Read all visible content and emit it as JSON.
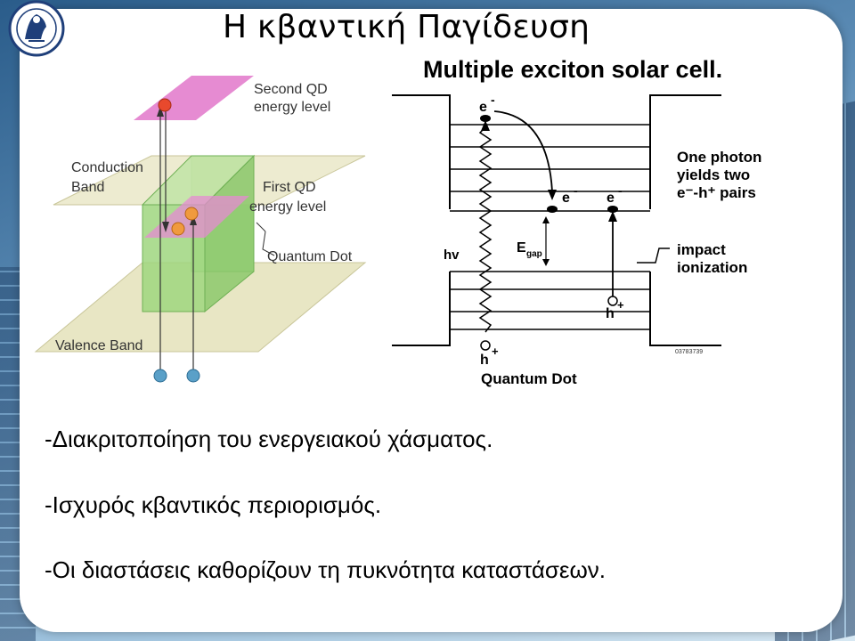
{
  "slide": {
    "title": "Η κβαντική Παγίδευση",
    "bullets": [
      "-Διακριτοποίηση του ενεργειακού χάσματος.",
      "-Ισχυρός κβαντικός περιορισμός.",
      "-Οι διαστάσεις καθορίζουν τη πυκνότητα καταστάσεων."
    ]
  },
  "left_diagram": {
    "second_qd_line1": "Second QD",
    "second_qd_line2": "energy level",
    "conduction_line1": "Conduction",
    "conduction_line2": "Band",
    "first_qd_line1": "First QD",
    "first_qd_line2": "energy level",
    "quantum_dot": "Quantum Dot",
    "valence_band": "Valence Band"
  },
  "right_diagram": {
    "title": "Multiple exciton solar cell.",
    "electron": "e",
    "minus": "-",
    "hole": "h",
    "plus": "+",
    "photon": "hv",
    "egap": "E",
    "egap_sub": "gap",
    "photon_line1": "One photon",
    "photon_line2": "yields two",
    "photon_line3": "e⁻-h⁺ pairs",
    "impact_line1": "impact",
    "impact_line2": "ionization",
    "code": "03783739",
    "quantum_dot": "Quantum Dot"
  },
  "colors": {
    "pink_plane": "#e68bd2",
    "beige_plane": "#e8e6c4",
    "green_cube": "#9fd67f",
    "red_ball": "#e8492d",
    "orange_ball": "#f09a3e",
    "blue_ball": "#5aa0c8"
  }
}
